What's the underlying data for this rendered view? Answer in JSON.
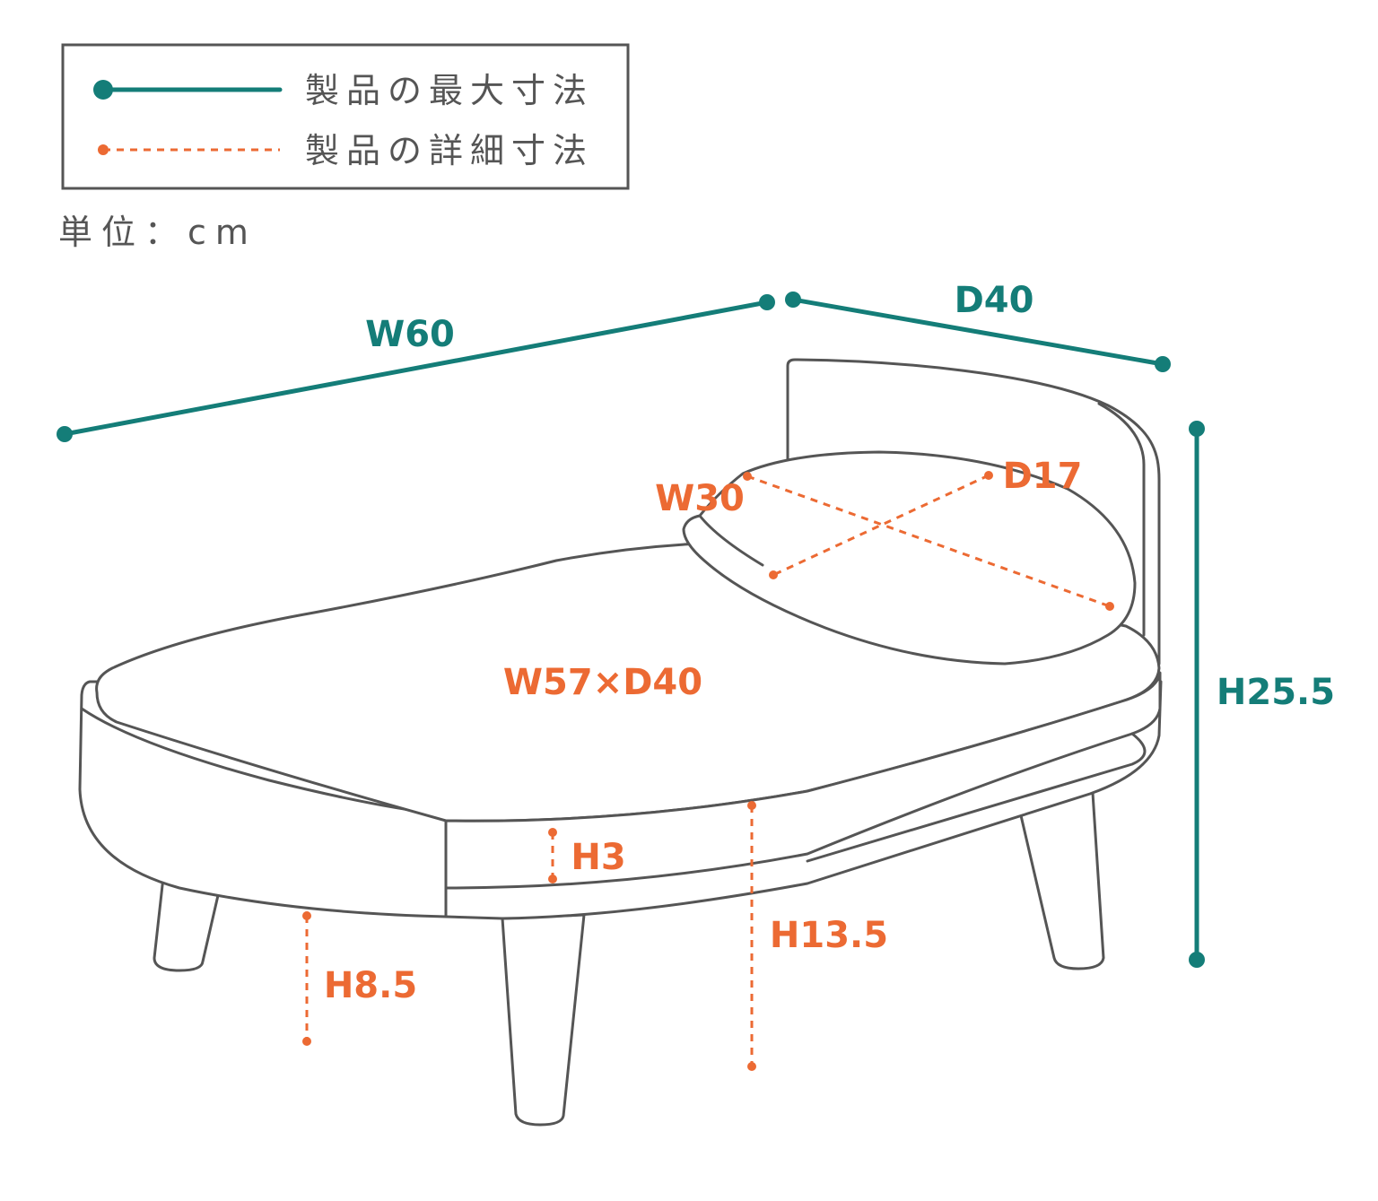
{
  "legend": {
    "max_label": "製品の最大寸法",
    "detail_label": "製品の詳細寸法"
  },
  "unit": "単位：cm",
  "dimensions": {
    "max": {
      "width": "W60",
      "depth": "D40",
      "height": "H25.5"
    },
    "detail": {
      "pillow_width": "W30",
      "pillow_depth": "D17",
      "cushion": "W57×D40",
      "cushion_height": "H3",
      "frame_height": "H8.5",
      "seat_height": "H13.5"
    }
  },
  "colors": {
    "max_line": "#147d78",
    "detail_line": "#ec6a33",
    "outline": "#555555"
  }
}
